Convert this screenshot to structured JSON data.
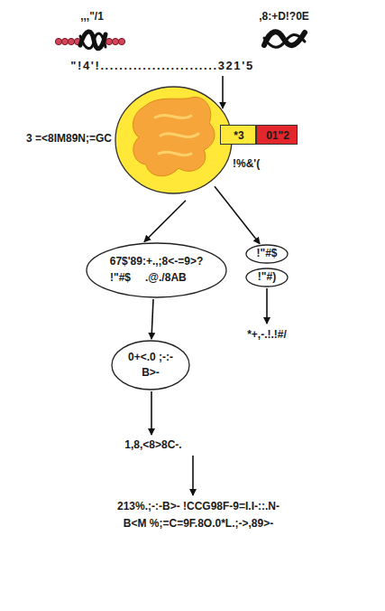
{
  "diagram": {
    "nodes": [
      {
        "text": [
          "\"!4'!.........................321'5"
        ]
      },
      {
        "text": [
          "3 =<8IM89N;=GC",
          "!%&'("
        ]
      },
      {
        "text": [
          "*3"
        ]
      },
      {
        "text": [
          "01\"2"
        ]
      },
      {
        "text": [
          "67$'89:+.,;8<-=9>?",
          "!\"#$",
          ".@./8AB"
        ]
      },
      {
        "text": [
          "!\"#$"
        ]
      },
      {
        "text": [
          "!\"#)"
        ]
      },
      {
        "text": [
          "*+,-.!.!#/"
        ]
      },
      {
        "text": [
          "0+<.0 ;-:-B>-"
        ]
      },
      {
        "text": [
          "1,8,<8>8C-."
        ]
      },
      {
        "text": [
          "213%.;-:-B>- !CCG98F-9=I.I-::.N-B<M %;=C=9F.8O.0*L.;->,89>-"
        ]
      }
    ],
    "edges": [
      {
        "from": 0,
        "to": 1,
        "arrow": "to"
      },
      {
        "from": 1,
        "to": 4,
        "arrow": "to"
      },
      {
        "from": 1,
        "to": 5,
        "arrow": "to"
      },
      {
        "from": 4,
        "to": 8,
        "arrow": "to"
      },
      {
        "from": 6,
        "to": 7,
        "arrow": "to"
      },
      {
        "from": 8,
        "to": 9,
        "arrow": "to"
      },
      {
        "from": 9,
        "to": 10,
        "arrow": "to"
      }
    ],
    "labels": [
      ",,,\"/1",
      ",8:+D!?0E"
    ]
  }
}
